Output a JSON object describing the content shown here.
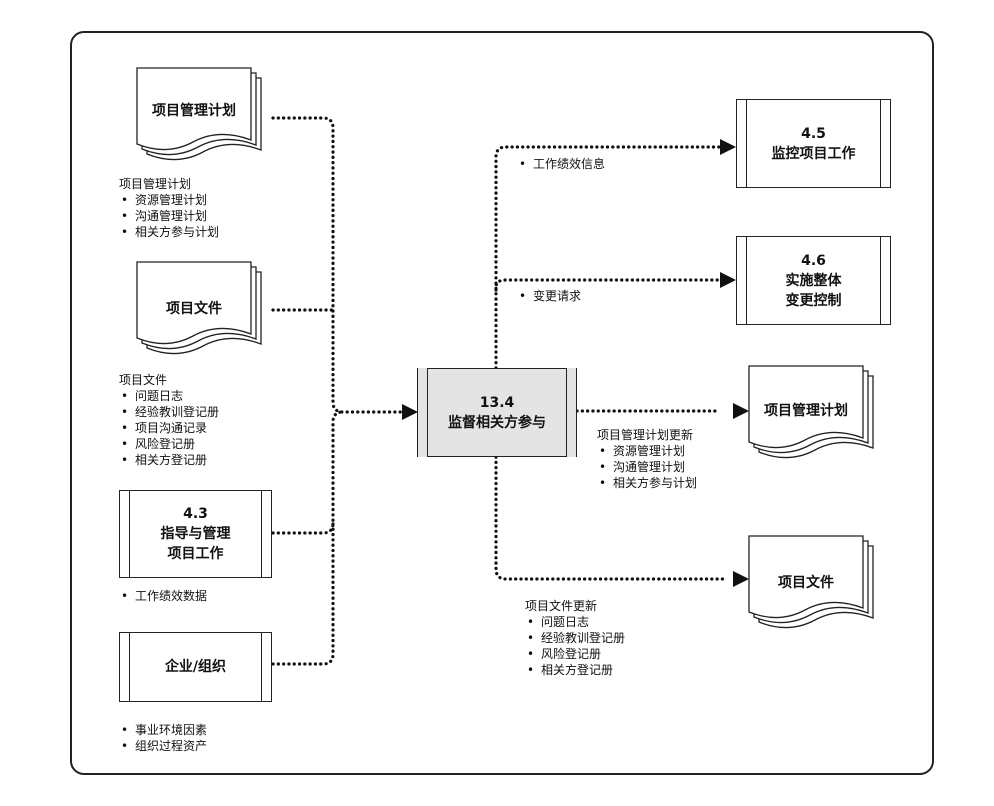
{
  "inputs": {
    "project_management_plan": {
      "title": "项目管理计划",
      "heading": "项目管理计划",
      "items": [
        "资源管理计划",
        "沟通管理计划",
        "相关方参与计划"
      ]
    },
    "project_documents": {
      "title": "项目文件",
      "heading": "项目文件",
      "items": [
        "问题日志",
        "经验教训登记册",
        "项目沟通记录",
        "风险登记册",
        "相关方登记册"
      ]
    },
    "direct_manage_work": {
      "number": "4.3",
      "line1": "指导与管理",
      "line2": "项目工作",
      "items": [
        "工作绩效数据"
      ]
    },
    "enterprise": {
      "title": "企业/组织",
      "items": [
        "事业环境因素",
        "组织过程资产"
      ]
    }
  },
  "process": {
    "number": "13.4",
    "title": "监督相关方参与"
  },
  "outputs": {
    "monitor_control_work": {
      "number": "4.5",
      "title": "监控项目工作",
      "items": [
        "工作绩效信息"
      ]
    },
    "integrated_change_control": {
      "number": "4.6",
      "line1": "实施整体",
      "line2": "变更控制",
      "items": [
        "变更请求"
      ]
    },
    "pm_plan_updates": {
      "title": "项目管理计划",
      "heading": "项目管理计划更新",
      "items": [
        "资源管理计划",
        "沟通管理计划",
        "相关方参与计划"
      ]
    },
    "document_updates": {
      "title": "项目文件",
      "heading": "项目文件更新",
      "items": [
        "问题日志",
        "经验教训登记册",
        "风险登记册",
        "相关方登记册"
      ]
    }
  }
}
